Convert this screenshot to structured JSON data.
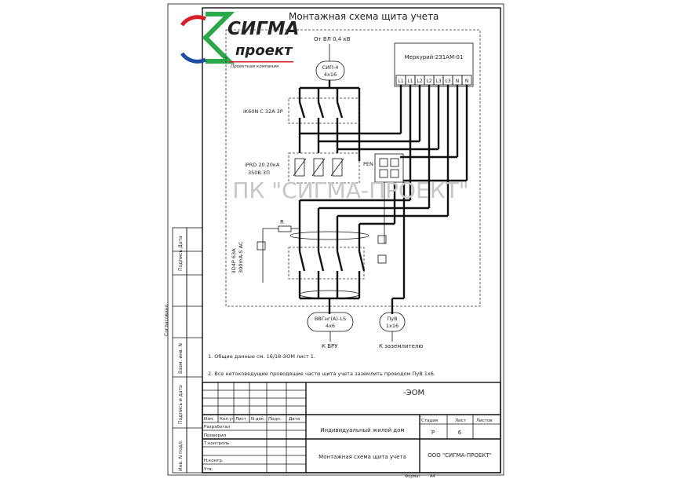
{
  "logo": {
    "name": "СИГМА",
    "sub": "проект",
    "tagline": "Проектная компания",
    "colors": {
      "red": "#d81f26",
      "green": "#2aa84a",
      "blue": "#1f4ea0"
    }
  },
  "title": "Монтажная схема щита учета",
  "watermark": "ПК \"СИГМА-ПРОЕКТ\"",
  "schematic": {
    "source_label": "От ВЛ 0,4 кВ",
    "input_cable": {
      "type": "СИП-4",
      "size": "4х16"
    },
    "meter": {
      "name": "Меркурий-231АМ-01",
      "terminals": [
        "L1",
        "L1",
        "L2",
        "L2",
        "L3",
        "L3",
        "N",
        "N"
      ]
    },
    "breaker": "iK60N C 32A 3P",
    "spd": {
      "line1": "iPRD 20 20кА",
      "line2": "350В 3П"
    },
    "pen_label": "PEN",
    "rcd": {
      "line1": "iID4P 63A",
      "line2": "300mA-S AC"
    },
    "resistor_label": "R",
    "output_cable": {
      "type": "ВВГнг(А)-LS",
      "size": "4х6",
      "dest": "К ВРУ"
    },
    "ground_cable": {
      "type": "ПуВ",
      "size": "1х16",
      "dest": "К заземлителю"
    }
  },
  "notes": [
    "1.  Общие данные см. 16/18-ЭОМ лист 1.",
    "2.  Все нетоковедущие проводящие части щита учета заземлить проводом ПуВ 1х6."
  ],
  "left_stamp": [
    "Инв. N подл.",
    "Подпись и дата",
    "Взам. инв. N",
    "Согласовано",
    "Подпись",
    "Дата"
  ],
  "titleblock": {
    "code": "-ЭОМ",
    "col_headers": [
      "Изм.",
      "Кол.уч",
      "Лист",
      "N док.",
      "Подп.",
      "Дата"
    ],
    "roles": [
      "Разработал",
      "Проверил",
      "Т.контроль",
      "",
      "Н.контр.",
      "Утв."
    ],
    "object": "Индивидуальный жилой дом",
    "sheet_title": "Монтажная схема щита учета",
    "stage_header": "Стадия",
    "sheet_header": "Лист",
    "sheets_header": "Листов",
    "stage": "Р",
    "sheet_no": "6",
    "company": "ООО \"СИГМА-ПРОЕКТ\"",
    "format_label": "Формат",
    "format": "А4"
  }
}
